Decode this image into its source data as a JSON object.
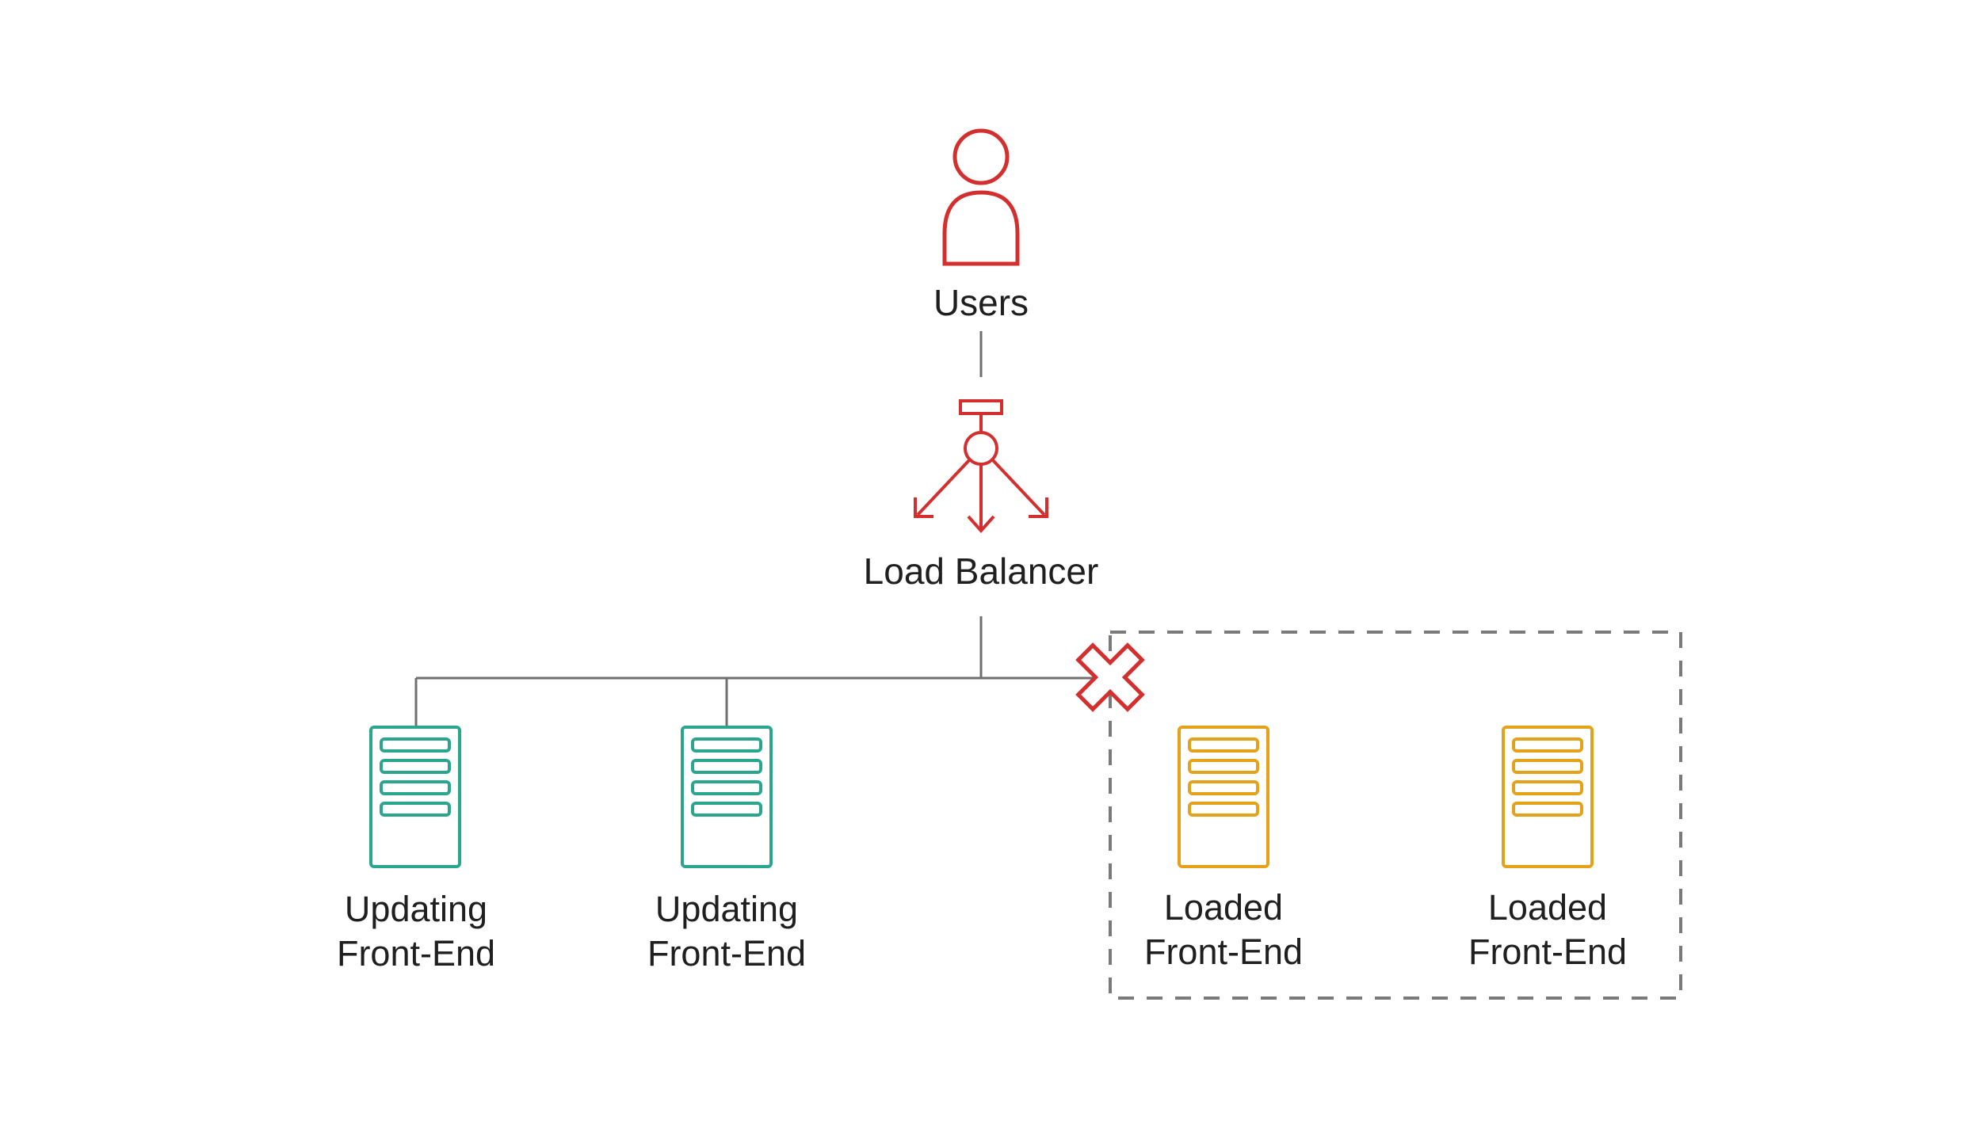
{
  "colors": {
    "users_icon": "#d32f2f",
    "load_balancer_icon": "#d32f2f",
    "updating_server": "#2aa68f",
    "loaded_server": "#e3a21a",
    "connector_line": "#6f6f6f",
    "disconnected_mark": "#d32f2f",
    "group_border": "#7a7a7a"
  },
  "nodes": {
    "users": {
      "label": "Users",
      "icon": "user-icon"
    },
    "load_balancer": {
      "label": "Load Balancer",
      "icon": "load-balancer-icon"
    },
    "servers": [
      {
        "line1": "Updating",
        "line2": "Front-End",
        "state": "updating",
        "icon": "server-icon"
      },
      {
        "line1": "Updating",
        "line2": "Front-End",
        "state": "updating",
        "icon": "server-icon"
      },
      {
        "line1": "Loaded",
        "line2": "Front-End",
        "state": "loaded",
        "icon": "server-icon"
      },
      {
        "line1": "Loaded",
        "line2": "Front-End",
        "state": "loaded",
        "icon": "server-icon"
      }
    ]
  },
  "links": [
    {
      "from": "users",
      "to": "load_balancer",
      "connected": true
    },
    {
      "from": "load_balancer",
      "to": "updating_front_ends",
      "connected": true
    },
    {
      "from": "load_balancer",
      "to": "loaded_front_ends",
      "connected": false,
      "marker": "close-icon"
    }
  ]
}
